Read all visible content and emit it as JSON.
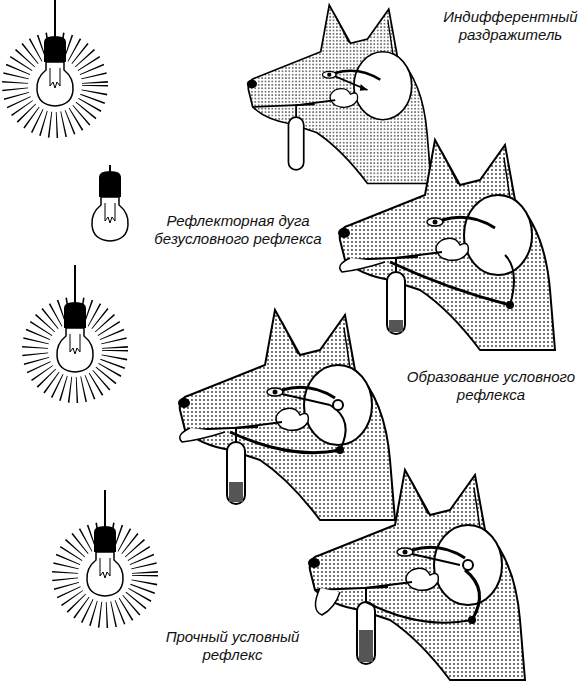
{
  "diagram": {
    "labels": [
      "Индифферентный раздражитель",
      "Рефлекторная дуга безусловного рефлекса",
      "Образование условного рефлекса",
      "Прочный условный рефлекс"
    ]
  }
}
